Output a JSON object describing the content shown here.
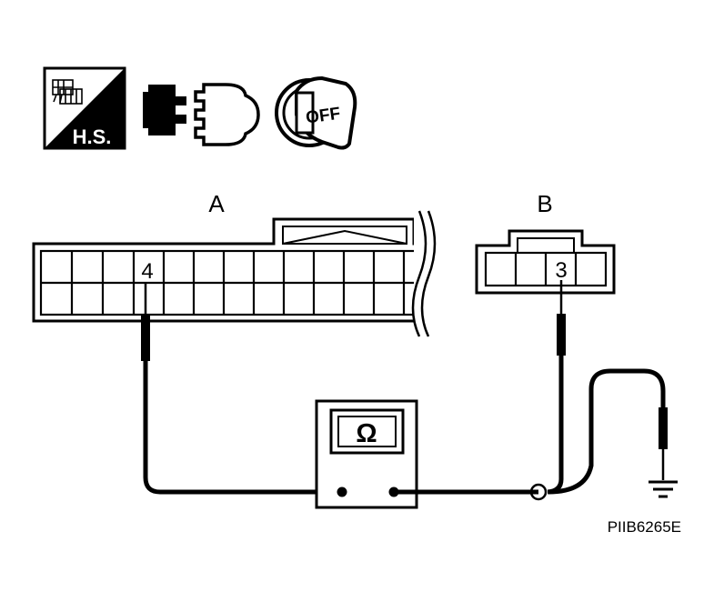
{
  "icons": {
    "harness_side_text": "H.S.",
    "harness_side": "harness-side-icon",
    "disconnect": "disconnect-connector-icon",
    "ignition_key": "ignition-key-off-icon",
    "ignition_text": "OFF"
  },
  "connector_a": {
    "label": "A",
    "pin": "4"
  },
  "connector_b": {
    "label": "B",
    "pin": "3"
  },
  "meter": {
    "symbol": "Ω"
  },
  "ground": "ground-icon",
  "figure_code": "PIIB6265E",
  "colors": {
    "ink": "#000000",
    "fill": "#ffffff",
    "shade": "#d9d9d9"
  }
}
